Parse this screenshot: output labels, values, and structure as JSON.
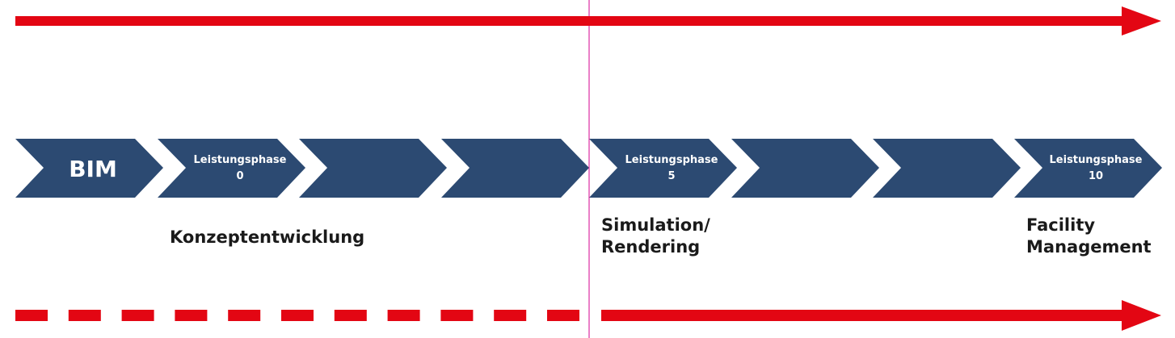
{
  "colors": {
    "arrow": "#e30613",
    "chevron": "#2c4a72",
    "guide": "#d4008f"
  },
  "chevrons": [
    {
      "title": "BIM"
    },
    {
      "title": "Leistungsphase",
      "number": "0"
    },
    {},
    {},
    {
      "title": "Leistungsphase",
      "number": "5"
    },
    {},
    {},
    {
      "title": "Leistungsphase",
      "number": "10"
    }
  ],
  "captions": {
    "concept": "Konzeptentwicklung",
    "simulation": [
      "Simulation/",
      "Rendering"
    ],
    "facility": [
      "Facility",
      "Management"
    ]
  }
}
